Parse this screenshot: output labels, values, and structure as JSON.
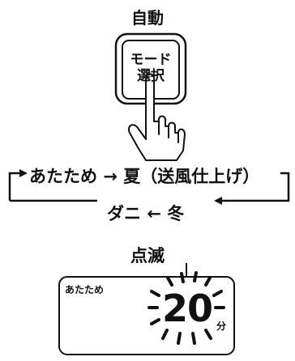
{
  "mode_label": "自動",
  "button": {
    "line1": "モード",
    "line2": "選択"
  },
  "cycle": {
    "row1_left": "あたため",
    "row1_arrow": "→",
    "row1_right": "夏（送風仕上げ）",
    "row2_left": "ダニ",
    "row2_arrow": "←",
    "row2_right": "冬"
  },
  "blink_label": "点滅",
  "lcd": {
    "mode_text": "あたため",
    "digits": "20",
    "unit": "分"
  }
}
